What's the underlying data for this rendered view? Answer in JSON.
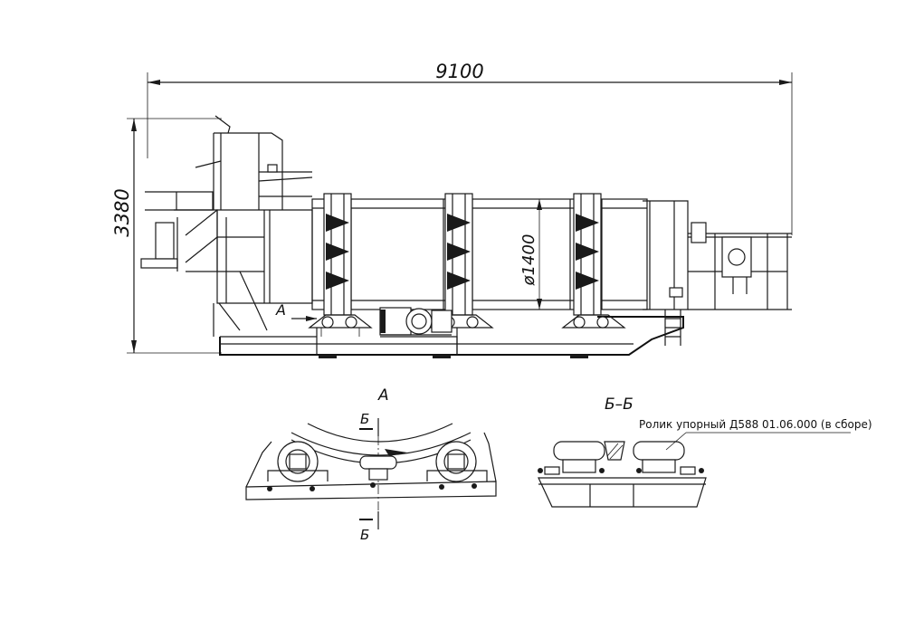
{
  "dimensions": {
    "overall_length": "9100",
    "overall_height": "3380",
    "drum_diameter": "ø1400"
  },
  "views": {
    "main_view_marker": "A",
    "detail_a_title": "A",
    "section_title": "Б–Б",
    "section_cut_top": "Б",
    "section_cut_bottom": "Б"
  },
  "callouts": {
    "thrust_roller": "Ролик упорный Д588 01.06.000 (в сборе)"
  }
}
